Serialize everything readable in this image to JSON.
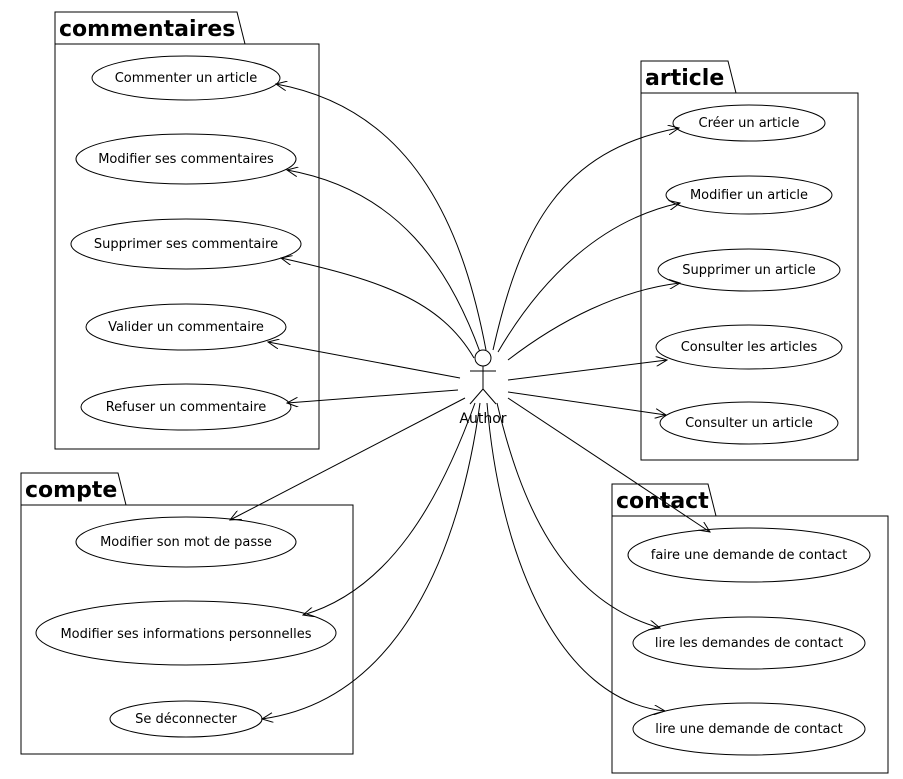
{
  "actor": {
    "label": "Author",
    "icon": "stick-figure-icon"
  },
  "packages": {
    "commentaires": {
      "title": "commentaires",
      "use_cases": [
        "Commenter un article",
        "Modifier ses commentaires",
        "Supprimer ses commentaire",
        "Valider un commentaire",
        "Refuser un commentaire"
      ]
    },
    "article": {
      "title": "article",
      "use_cases": [
        "Créer un article",
        "Modifier un article",
        "Supprimer un article",
        "Consulter les articles",
        "Consulter un article"
      ]
    },
    "compte": {
      "title": "compte",
      "use_cases": [
        "Modifier son mot de passe",
        "Modifier ses informations personnelles",
        "Se déconnecter"
      ]
    },
    "contact": {
      "title": "contact",
      "use_cases": [
        "faire une demande de contact",
        "lire les demandes de contact",
        "lire une demande de contact"
      ]
    }
  }
}
